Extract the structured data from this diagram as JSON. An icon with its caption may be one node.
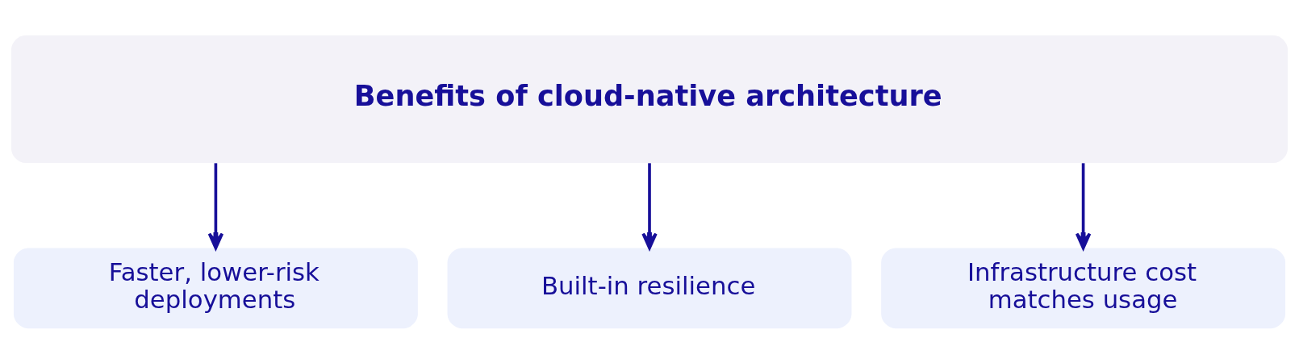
{
  "diagram": {
    "nodes": [
      {
        "text": [
          "Benefits of cloud-native architecture"
        ]
      },
      {
        "text": [
          "Faster, lower-risk deployments"
        ]
      },
      {
        "text": [
          "Built-in resilience"
        ]
      },
      {
        "text": [
          "Infrastructure cost matches usage"
        ]
      }
    ],
    "edges": [
      {
        "from": 0,
        "to": 1,
        "arrow": "to"
      },
      {
        "from": 0,
        "to": 2,
        "arrow": "to"
      },
      {
        "from": 0,
        "to": 3,
        "arrow": "to"
      }
    ]
  }
}
